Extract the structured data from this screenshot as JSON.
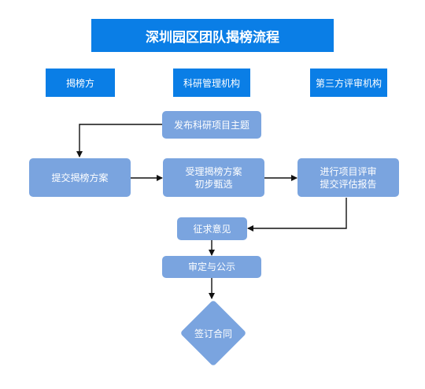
{
  "title": "深圳园区团队揭榜流程",
  "roles": [
    "揭榜方",
    "科研管理机构",
    "第三方评审机构"
  ],
  "nodes": {
    "publish": "发布科研项目主题",
    "submit": "提交揭榜方案",
    "accept_line1": "受理揭榜方案",
    "accept_line2": "初步甄选",
    "review_line1": "进行项目评审",
    "review_line2": "提交评估报告",
    "solicit": "征求意见",
    "approve": "审定与公示",
    "sign": "签订合同"
  },
  "colors": {
    "header_blue": "#0a7ee6",
    "node_blue": "#7aa4df",
    "arrow": "#111111"
  }
}
